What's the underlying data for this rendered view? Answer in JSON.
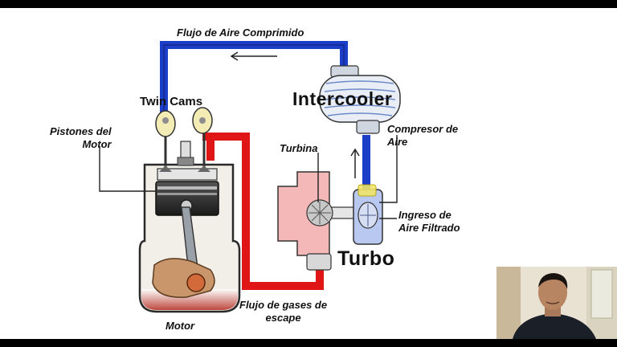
{
  "diagram": {
    "labels": {
      "compressed_air_flow": "Flujo de Aire Comprimido",
      "twin_cams": "Twin Cams",
      "intercooler": "Intercooler",
      "engine_pistons": "Pistones del\nMotor",
      "air_compressor": "Compresor de\nAire",
      "turbine": "Turbina",
      "filtered_air_inlet": "Ingreso de\nAire Filtrado",
      "turbo": "Turbo",
      "exhaust_gas_flow": "Flujo de gases de\nescape",
      "engine": "Motor"
    },
    "colors": {
      "compressed_air_pipe": "#1a3ec8",
      "exhaust_pipe": "#e01515",
      "turbine_housing": "#f4b8b8",
      "compressor_housing": "#b8c8f0",
      "cylinder_fill": "#f1efe8",
      "oil_sump": "#b52a1f",
      "piston_head": "#2b2b2b"
    }
  },
  "video": {
    "webcam_icon": "person-webcam-icon"
  }
}
